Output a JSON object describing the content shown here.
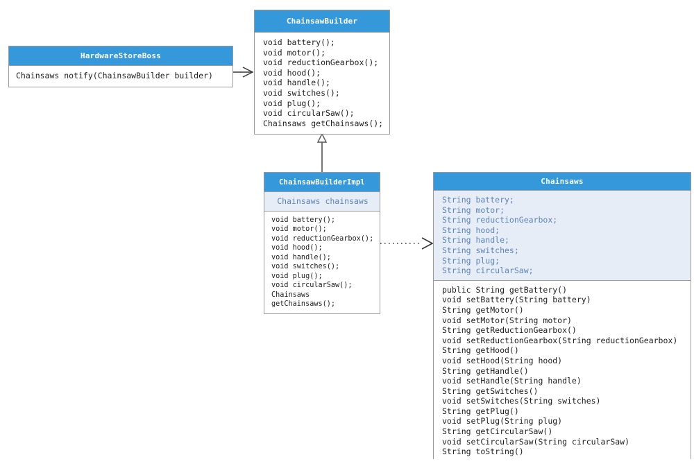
{
  "diagram": {
    "title": "Builder pattern UML class diagram",
    "colors": {
      "header_fill": "#3498db",
      "header_text": "#ffffff",
      "attribute_text": "#5a84b8",
      "attribute_fill": "#e7edf7",
      "operation_text": "#1c1c1c",
      "border": "#9a9a9a",
      "edge": "#333333"
    }
  },
  "classes": {
    "hardware_store_boss": {
      "name": "HardwareStoreBoss",
      "attributes": [],
      "operations": [
        "Chainsaws notify(ChainsawBuilder builder)"
      ]
    },
    "chainsaw_builder": {
      "name": "ChainsawBuilder",
      "attributes": [],
      "operations": [
        "void battery();",
        "void motor();",
        "void reductionGearbox();",
        "void hood();",
        "void handle();",
        "void switches();",
        "void plug();",
        "void circularSaw();",
        "Chainsaws getChainsaws();"
      ]
    },
    "chainsaw_builder_impl": {
      "name": "ChainsawBuilderImpl",
      "attributes": [
        "Chainsaws chainsaws"
      ],
      "operations": [
        "void battery();",
        "void motor();",
        "void reductionGearbox();",
        "void hood();",
        "void handle();",
        "void switches();",
        "void plug();",
        "void circularSaw();",
        "Chainsaws",
        "getChainsaws();"
      ]
    },
    "chainsaws": {
      "name": "Chainsaws",
      "attributes": [
        "String battery;",
        "String motor;",
        "String reductionGearbox;",
        "String hood;",
        "String handle;",
        "String switches;",
        "String plug;",
        "String circularSaw;"
      ],
      "operations": [
        "public String getBattery()",
        "void setBattery(String battery)",
        "String getMotor()",
        "void setMotor(String motor)",
        "String getReductionGearbox()",
        "void setReductionGearbox(String reductionGearbox)",
        "String getHood()",
        "void setHood(String hood)",
        "String getHandle()",
        "void setHandle(String handle)",
        "String getSwitches()",
        "void setSwitches(String switches)",
        "String getPlug()",
        "void setPlug(String plug)",
        "String getCircularSaw()",
        "void setCircularSaw(String circularSaw)",
        "String toString()"
      ]
    }
  },
  "relationships": [
    {
      "id": "boss-to-builder",
      "from": "hardware_store_boss",
      "to": "chainsaw_builder",
      "type": "association",
      "line": "solid",
      "arrowhead": "open"
    },
    {
      "id": "impl-to-builder",
      "from": "chainsaw_builder_impl",
      "to": "chainsaw_builder",
      "type": "realization",
      "line": "solid",
      "arrowhead": "hollow-triangle"
    },
    {
      "id": "impl-to-chainsaws",
      "from": "chainsaw_builder_impl",
      "to": "chainsaws",
      "type": "dependency",
      "line": "dotted",
      "arrowhead": "open"
    }
  ]
}
